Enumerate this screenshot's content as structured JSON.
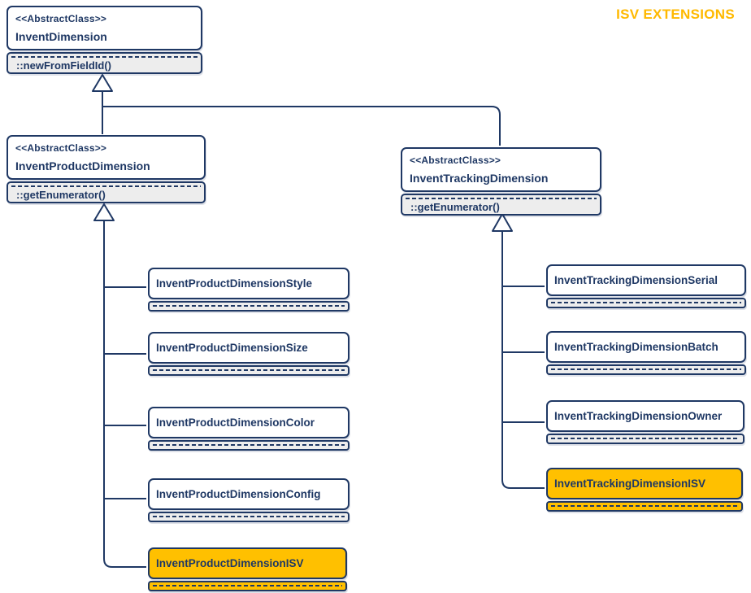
{
  "header": {
    "title": "ISV EXTENSIONS"
  },
  "colors": {
    "line_navy": "#1F3864",
    "highlight_orange": "#FFC000",
    "header_orange": "#FFB900",
    "compartment_gray": "#EDEDED",
    "box_white": "#FFFFFF"
  },
  "classes": {
    "invent_dimension": {
      "stereotype": "<<AbstractClass>>",
      "name": "InventDimension",
      "method": "::newFromFieldId()"
    },
    "invent_product_dimension": {
      "stereotype": "<<AbstractClass>>",
      "name": "InventProductDimension",
      "method": "::getEnumerator()"
    },
    "invent_tracking_dimension": {
      "stereotype": "<<AbstractClass>>",
      "name": "InventTrackingDimension",
      "method": "::getEnumerator()"
    },
    "product_children": [
      {
        "name": "InventProductDimensionStyle",
        "highlighted": false
      },
      {
        "name": "InventProductDimensionSize",
        "highlighted": false
      },
      {
        "name": "InventProductDimensionColor",
        "highlighted": false
      },
      {
        "name": "InventProductDimensionConfig",
        "highlighted": false
      },
      {
        "name": "InventProductDimensionISV",
        "highlighted": true
      }
    ],
    "tracking_children": [
      {
        "name": "InventTrackingDimensionSerial",
        "highlighted": false
      },
      {
        "name": "InventTrackingDimensionBatch",
        "highlighted": false
      },
      {
        "name": "InventTrackingDimensionOwner",
        "highlighted": false
      },
      {
        "name": "InventTrackingDimensionISV",
        "highlighted": true
      }
    ]
  }
}
